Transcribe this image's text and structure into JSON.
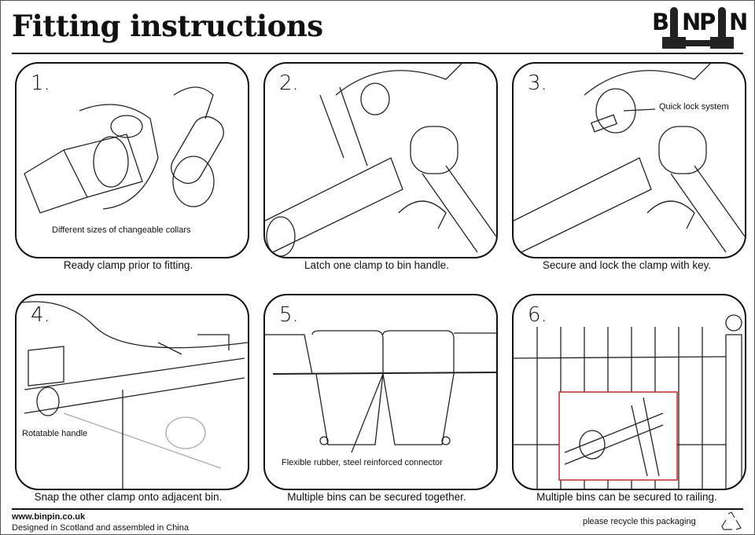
{
  "header": {
    "title": "Fitting instructions",
    "logo": "BINPIN"
  },
  "steps": [
    {
      "number": "1.",
      "caption": "Ready clamp prior to fitting.",
      "annotation": "Different sizes of changeable collars"
    },
    {
      "number": "2.",
      "caption": "Latch one clamp to bin handle."
    },
    {
      "number": "3.",
      "caption": "Secure and lock the clamp with key.",
      "annotation": "Quick lock system"
    },
    {
      "number": "4.",
      "caption": "Snap the other clamp onto adjacent bin.",
      "annotation": "Rotatable handle"
    },
    {
      "number": "5.",
      "caption": "Multiple bins can be secured together.",
      "annotation": "Flexible rubber, steel reinforced connector"
    },
    {
      "number": "6.",
      "caption": "Multiple bins can be secured to railing."
    }
  ],
  "footer": {
    "website": "www.binpin.co.uk",
    "origin": "Designed in Scotland and assembled in China",
    "recycle": "please recycle this packaging"
  },
  "colors": {
    "highlight": "#c0282d"
  }
}
